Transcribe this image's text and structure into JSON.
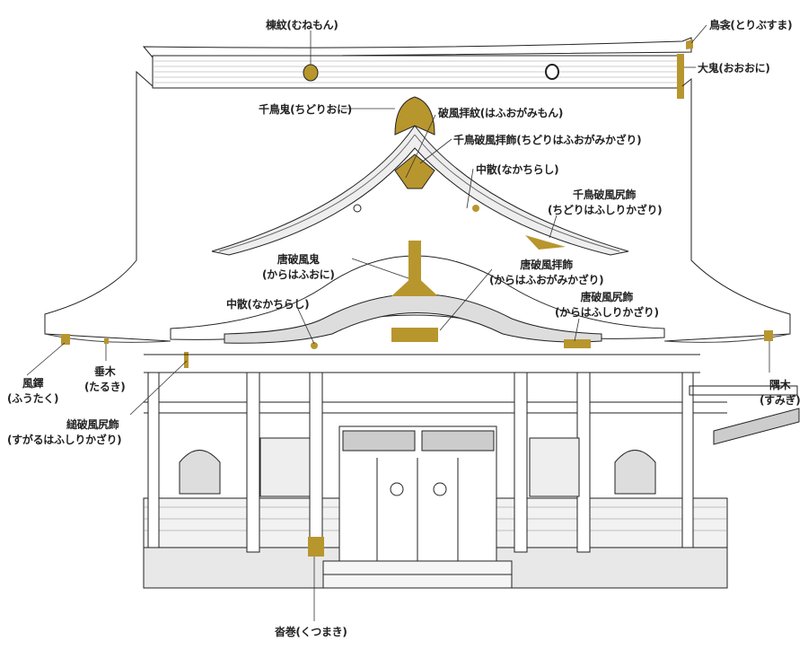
{
  "colors": {
    "gold": "#b8962e",
    "line": "#222222"
  },
  "labels": {
    "munemon": "棟紋(むねもん)",
    "toribusuma": "鳥衾(とりぶすま)",
    "oooni": "大鬼(おおおに)",
    "chidorioni": "千鳥鬼(ちどりおに)",
    "hafuogamimon": "破風拝紋(はふおがみもん)",
    "chidorihafuogamikazari": "千鳥破風拝飾(ちどりはふおがみかざり)",
    "nakachirashi_upper": "中散(なかちらし)",
    "chidorihafushiri": {
      "kanji": "千鳥破風尻飾",
      "kana": "(ちどりはふしりかざり)"
    },
    "karahafuoni": {
      "kanji": "唐破風鬼",
      "kana": "(からはふおに)"
    },
    "karahafuogami": {
      "kanji": "唐破風拝飾",
      "kana": "(からはふおがみかざり)"
    },
    "nakachirashi_lower": "中散(なかちらし)",
    "karahafushiri": {
      "kanji": "唐破風尻飾",
      "kana": "(からはふしりかざり)"
    },
    "futaku": {
      "kanji": "風鐸",
      "kana": "(ふうたく)"
    },
    "taruki": {
      "kanji": "垂木",
      "kana": "(たるき)"
    },
    "sumigi": {
      "kanji": "隅木",
      "kana": "(すみぎ)"
    },
    "sugaruhafushiri": {
      "kanji": "縋破風尻飾",
      "kana": "(すがるはふしりかざり)"
    },
    "kutsumaki": "沓巻(くつまき)"
  }
}
